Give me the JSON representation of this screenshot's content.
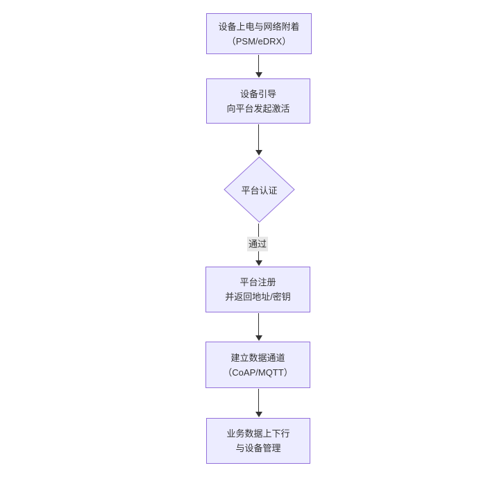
{
  "diagram": {
    "type": "flowchart",
    "direction": "top-down",
    "background_color": "#ffffff",
    "node_fill_color": "#ECECFF",
    "node_border_color": "#9370DB",
    "text_color": "#333333",
    "arrow_color": "#333333",
    "edge_label_bg_color": "#e8e8e8",
    "nodes": [
      {
        "id": "n1",
        "shape": "rect",
        "lines": [
          "设备上电与网络附着",
          "（PSM/eDRX）"
        ]
      },
      {
        "id": "n2",
        "shape": "rect",
        "lines": [
          "设备引导",
          "向平台发起激活"
        ]
      },
      {
        "id": "n3",
        "shape": "diamond",
        "lines": [
          "平台认证"
        ]
      },
      {
        "id": "n4",
        "shape": "rect",
        "lines": [
          "平台注册",
          "并返回地址/密钥"
        ]
      },
      {
        "id": "n5",
        "shape": "rect",
        "lines": [
          "建立数据通道",
          "（CoAP/MQTT）"
        ]
      },
      {
        "id": "n6",
        "shape": "rect",
        "lines": [
          "业务数据上下行",
          "与设备管理"
        ]
      }
    ],
    "edges": [
      {
        "from": "n1",
        "to": "n2",
        "label": ""
      },
      {
        "from": "n2",
        "to": "n3",
        "label": ""
      },
      {
        "from": "n3",
        "to": "n4",
        "label": "通过"
      },
      {
        "from": "n4",
        "to": "n5",
        "label": ""
      },
      {
        "from": "n5",
        "to": "n6",
        "label": ""
      }
    ]
  }
}
